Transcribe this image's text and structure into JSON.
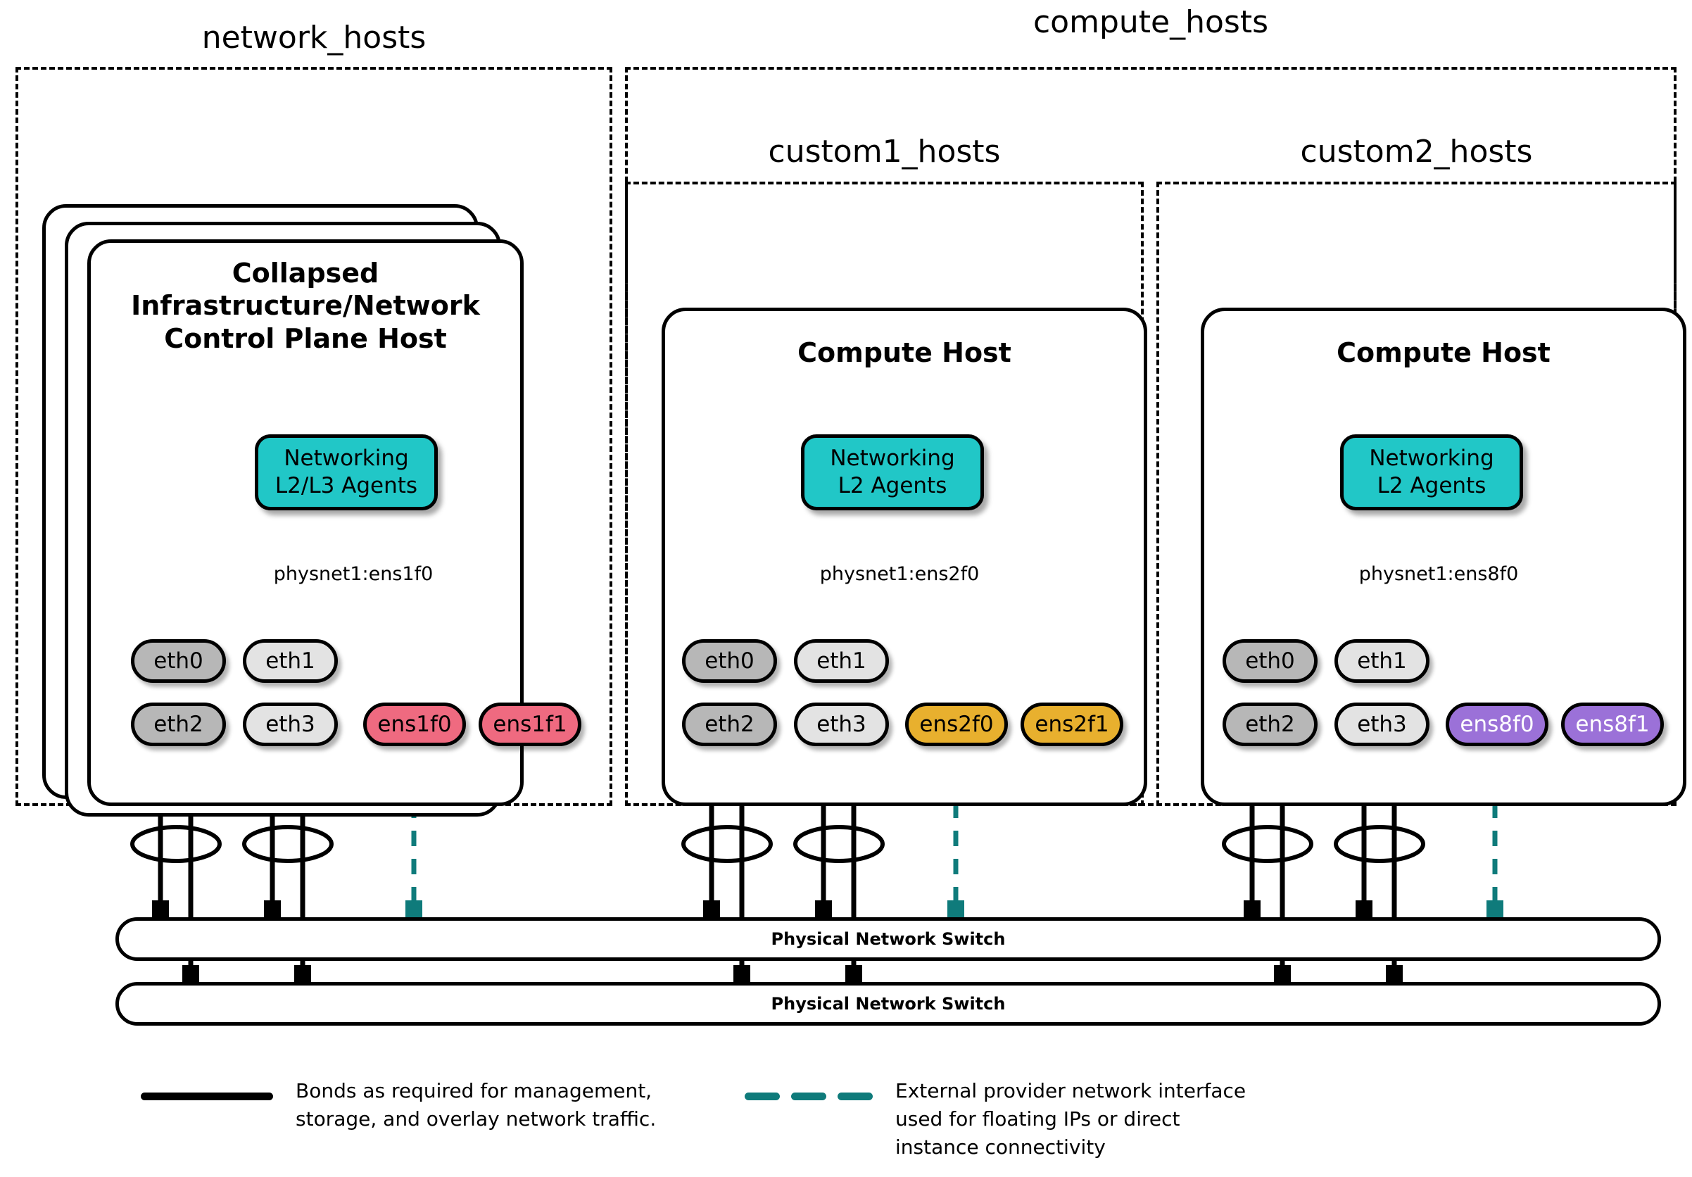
{
  "groups": [
    {
      "id": "network_hosts",
      "label": "network_hosts"
    },
    {
      "id": "compute_hosts",
      "label": "compute_hosts"
    },
    {
      "id": "custom1_hosts",
      "label": "custom1_hosts"
    },
    {
      "id": "custom2_hosts",
      "label": "custom2_hosts"
    }
  ],
  "hosts": [
    {
      "id": "control-plane",
      "title": "Collapsed\nInfrastructure/Network\nControl Plane Host",
      "agent": {
        "line1": "Networking",
        "line2": "L2/L3 Agents"
      },
      "physnet": "physnet1:ens1f0",
      "nics": [
        {
          "name": "eth0",
          "color": "#b7b7b7",
          "text": "#000000"
        },
        {
          "name": "eth1",
          "color": "#e3e3e3",
          "text": "#000000"
        },
        {
          "name": "eth2",
          "color": "#b7b7b7",
          "text": "#000000"
        },
        {
          "name": "eth3",
          "color": "#e3e3e3",
          "text": "#000000"
        },
        {
          "name": "ens1f0",
          "color": "#ef6a80",
          "text": "#000000"
        },
        {
          "name": "ens1f1",
          "color": "#ef6a80",
          "text": "#000000"
        }
      ]
    },
    {
      "id": "compute-1",
      "title": "Compute Host",
      "agent": {
        "line1": "Networking",
        "line2": "L2 Agents"
      },
      "physnet": "physnet1:ens2f0",
      "nics": [
        {
          "name": "eth0",
          "color": "#b7b7b7",
          "text": "#000000"
        },
        {
          "name": "eth1",
          "color": "#e3e3e3",
          "text": "#000000"
        },
        {
          "name": "eth2",
          "color": "#b7b7b7",
          "text": "#000000"
        },
        {
          "name": "eth3",
          "color": "#e3e3e3",
          "text": "#000000"
        },
        {
          "name": "ens2f0",
          "color": "#e8b02e",
          "text": "#000000"
        },
        {
          "name": "ens2f1",
          "color": "#e8b02e",
          "text": "#000000"
        }
      ]
    },
    {
      "id": "compute-2",
      "title": "Compute Host",
      "agent": {
        "line1": "Networking",
        "line2": "L2 Agents"
      },
      "physnet": "physnet1:ens8f0",
      "nics": [
        {
          "name": "eth0",
          "color": "#b7b7b7",
          "text": "#000000"
        },
        {
          "name": "eth1",
          "color": "#e3e3e3",
          "text": "#000000"
        },
        {
          "name": "eth2",
          "color": "#b7b7b7",
          "text": "#000000"
        },
        {
          "name": "eth3",
          "color": "#e3e3e3",
          "text": "#000000"
        },
        {
          "name": "ens8f0",
          "color": "#9b71d8",
          "text": "#ffffff"
        },
        {
          "name": "ens8f1",
          "color": "#9b71d8",
          "text": "#ffffff"
        }
      ]
    }
  ],
  "switches": [
    {
      "id": "switch-top",
      "label": "Physical Network Switch"
    },
    {
      "id": "switch-bottom",
      "label": "Physical Network Switch"
    }
  ],
  "legend": [
    {
      "id": "bonds",
      "style": "solid",
      "color": "#000000",
      "text": "Bonds as required for management,\nstorage, and overlay network traffic."
    },
    {
      "id": "external-provider",
      "style": "dashed",
      "color": "#0f7b7b",
      "text": "External provider network interface\nused for floating IPs or direct\ninstance connectivity"
    }
  ],
  "colors": {
    "teal": "#0f7b7b",
    "agent_fill": "#21c7c7",
    "nic_dark_gray": "#b7b7b7",
    "nic_light_gray": "#e3e3e3",
    "nic_pink": "#ef6a80",
    "nic_gold": "#e8b02e",
    "nic_purple": "#9b71d8",
    "outline": "#000000"
  }
}
